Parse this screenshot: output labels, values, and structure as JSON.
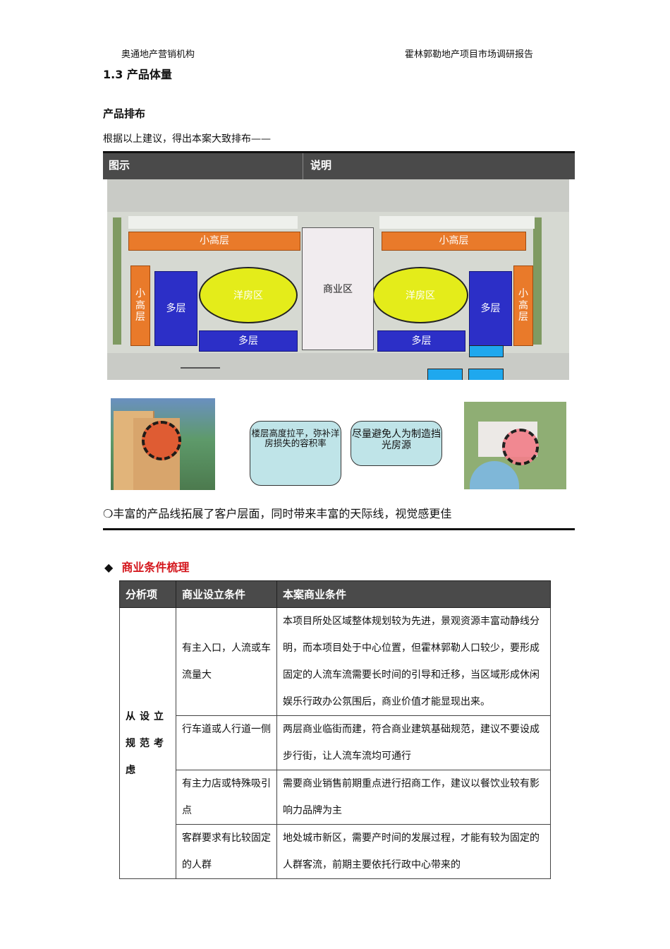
{
  "header": {
    "left": "奥通地产营销机构",
    "right": "霍林郭勒地产项目市场调研报告"
  },
  "section_title": "1.3 产品体量",
  "sub_title": "产品排布",
  "intro": "根据以上建议，得出本案大致排布——",
  "table_bar": {
    "col1": "图示",
    "col2": "说明"
  },
  "map": {
    "small_high_rise": "小高层",
    "small_high_rise_vertical": "小\n高\n层",
    "multi_storey": "多层",
    "villa": "洋房区",
    "commercial": "商业区",
    "colors": {
      "orange": "#e97a2a",
      "blue": "#2c2fc7",
      "yellow": "#e4ec1a"
    }
  },
  "callouts": {
    "left": "楼层高度拉平，弥补洋房损失的容积率",
    "right": "尽量避免人为制造挡光房源"
  },
  "summary": {
    "bullet": "❍",
    "text": "丰富的产品线拓展了客户层面，同时带来丰富的天际线，视觉感更佳"
  },
  "commerce_section": {
    "bullet": "◆",
    "title": "商业条件梳理"
  },
  "commerce_table": {
    "headers": [
      "分析项",
      "商业设立条件",
      "本案商业条件"
    ],
    "group_label": "从设立规范考虑",
    "rows": [
      {
        "condition": "有主入口，人流或车流量大",
        "status": "本项目所处区域整体规划较为先进，景观资源丰富动静线分明，而本项目处于中心位置，但霍林郭勒人口较少，要形成固定的人流车流需要长时间的引导和迁移，当区域形成休闲娱乐行政办公氛围后，商业价值才能显现出来。"
      },
      {
        "condition": "行车道或人行道一侧",
        "status": "两层商业临街而建，符合商业建筑基础规范，建议不要设成步行街，让人流车流均可通行"
      },
      {
        "condition": "有主力店或特殊吸引点",
        "status": "需要商业销售前期重点进行招商工作，建议以餐饮业较有影响力品牌为主"
      },
      {
        "condition": "客群要求有比较固定的人群",
        "status": "地处城市新区，需要产时间的发展过程，才能有较为固定的人群客流，前期主要依托行政中心带来的"
      }
    ]
  }
}
